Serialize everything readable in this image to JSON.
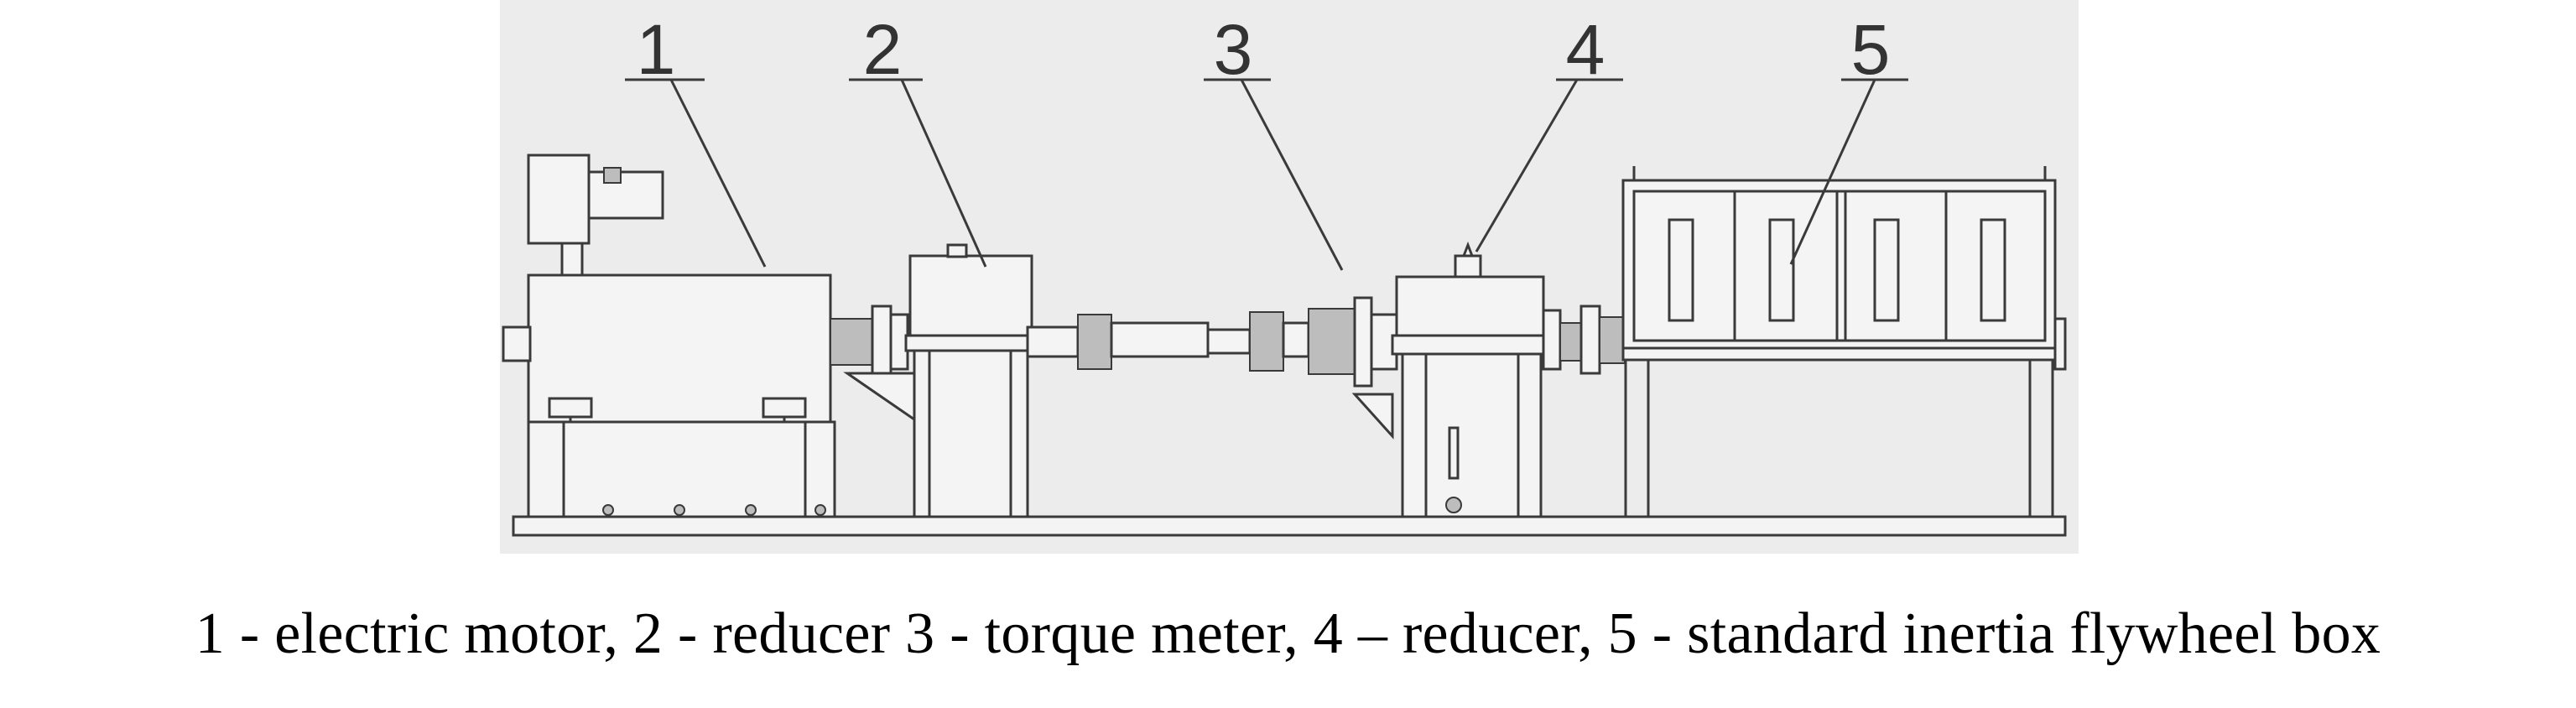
{
  "labels": [
    "1",
    "2",
    "3",
    "4",
    "5"
  ],
  "caption": "1 - electric motor, 2 - reducer 3 - torque meter, 4 – reducer, 5 - standard inertia flywheel box"
}
